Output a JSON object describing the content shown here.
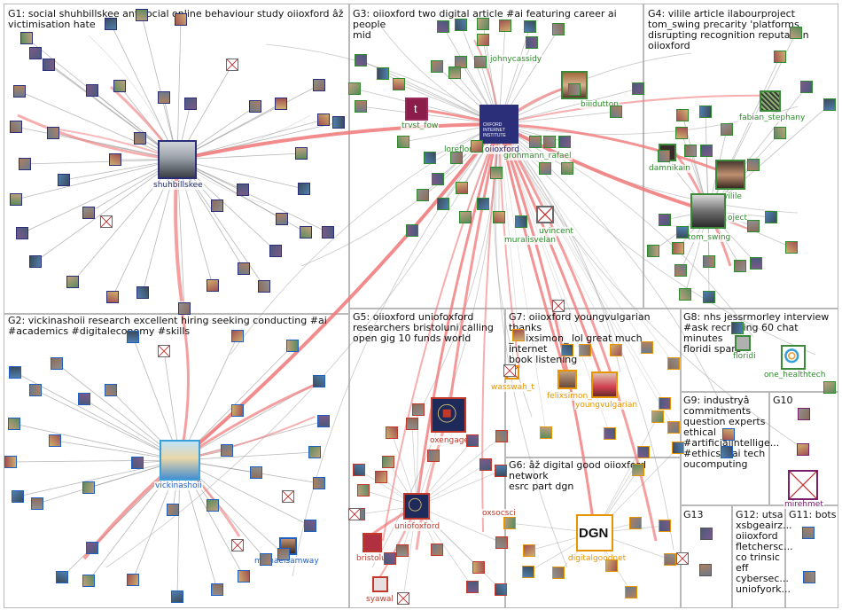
{
  "graph": {
    "groups": [
      {
        "id": "G1",
        "title": "G1: social shuhbillskee antisocial online behaviour study oiioxford âž\nvictimisation hate"
      },
      {
        "id": "G2",
        "title": "G2: vickinashoii research excellent hiring seeking conducting #ai\n#academics #digitaleconomy #skills"
      },
      {
        "id": "G3",
        "title": "G3: oiioxford two digital article #ai featuring career ai people\nmid"
      },
      {
        "id": "G4",
        "title": "G4: vilile article ilabourproject\ntom_swing precarity 'platforms\ndisrupting recognition reputation\noiioxford"
      },
      {
        "id": "G5",
        "title": "G5: oiioxford uniofoxford\nresearchers bristoluni calling\nopen gig 10 funds world"
      },
      {
        "id": "G6",
        "title": "G6: âž digital good oiioxford network\nesrc part dgn"
      },
      {
        "id": "G7",
        "title": "G7: oiioxford youngvulgarian thanks\n_felixsimon_ lol great much internet\nbook listening"
      },
      {
        "id": "G8",
        "title": "G8: nhs jessrmorley interview\n#ask recruiting 60 chat minutes\nfloridi spare"
      },
      {
        "id": "G9",
        "title": "G9: industryâ\ncommitments\nquestion experts\nethical\n#artificialintellige...\n#ethics #ai tech\noucomputing"
      },
      {
        "id": "G10",
        "title": "G10"
      },
      {
        "id": "G11",
        "title": "G11: bots"
      },
      {
        "id": "G12",
        "title": "G12: utsa\nxsbgeairz...\noiioxford\nfletchersc...\nco trinsic\neff\ncybersec...\nuniofyork..."
      },
      {
        "id": "G13",
        "title": "G13"
      }
    ],
    "labels": {
      "shuhbillskee": "shuhbillskee",
      "vickinashoii": "vickinashoii",
      "michaelsamway": "michaelsamway",
      "trvst_fow": "trvst_fow",
      "loreflorez": "loreflorez",
      "oiioxford": "oiioxford",
      "grohmann_rafael": "grohmann_rafael",
      "johnycassidy": "johnycassidy",
      "biiidutton": "biiidutton",
      "uvincent": "uvincent",
      "muralisvelan": "muralisvelan",
      "fabian_stephany": "fabian_stephany",
      "damnikain": "damnikain",
      "vilile": "vilile",
      "oject": "oject",
      "tom_swing": "tom_swing",
      "floridi": "floridi",
      "one_healthtech": "one_healthtech",
      "mirehmet": "mirehmet",
      "wasswah_t": "wasswah_t",
      "felixsimon": "felixsimon_",
      "youngvulgarian": "youngvulgarian",
      "oxengage": "oxengage",
      "uniofoxford": "uniofoxford",
      "oxsocsci": "oxsocsci",
      "bristoluni": "bristoluni",
      "syawal": "syawal",
      "digitalgoodnet": "digitalgoodnet"
    },
    "logo_text": {
      "dgn": "DGN",
      "oii_line1": "OXFORD",
      "oii_line2": "INTERNET",
      "oii_line3": "INSTITUTE"
    },
    "colors": {
      "edge_gray": "#9a9a9a",
      "edge_red": "#f07878",
      "group_border": "#b9b9b9",
      "label_dark": "#1f2a6b",
      "label_green": "#2e8b2e",
      "label_red": "#c0392b",
      "label_orange": "#e69500",
      "label_blue": "#1f5fbf",
      "label_purple": "#7a1f6a"
    }
  }
}
